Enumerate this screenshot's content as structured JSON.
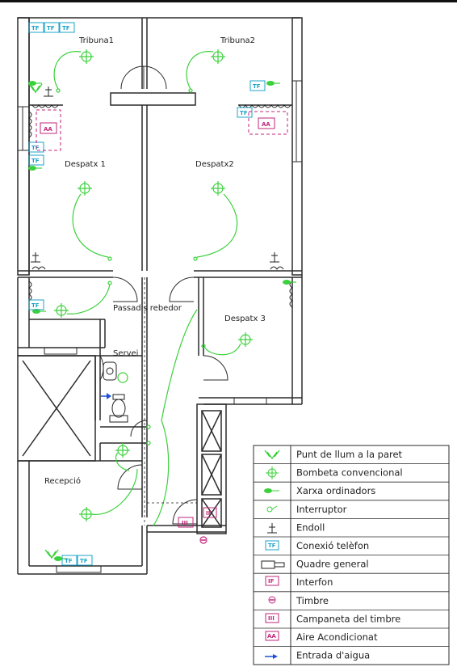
{
  "rooms": {
    "tribuna1": "Tribuna1",
    "tribuna2": "Tribuna2",
    "despatx1": "Despatx 1",
    "despatx2": "Despatx2",
    "despatx3": "Despatx 3",
    "passadis": "Passadis rebedor",
    "servei": "Servei",
    "recepcio": "Recepció"
  },
  "symbols": {
    "tf": "TF",
    "aa": "AA",
    "iii": "III",
    "intercom": "IF"
  },
  "legend": [
    {
      "icon": "wall-light-icon",
      "label": "Punt de llum a la paret"
    },
    {
      "icon": "bulb-icon",
      "label": "Bombeta convencional"
    },
    {
      "icon": "network-icon",
      "label": "Xarxa ordinadors"
    },
    {
      "icon": "switch-icon",
      "label": "Interruptor"
    },
    {
      "icon": "socket-icon",
      "label": "Endoll"
    },
    {
      "icon": "phone-icon",
      "label": "Conexió telèfon"
    },
    {
      "icon": "panel-icon",
      "label": "Quadre general"
    },
    {
      "icon": "intercom-icon",
      "label": "Interfon"
    },
    {
      "icon": "doorbell-icon",
      "label": "Timbre"
    },
    {
      "icon": "chime-icon",
      "label": "Campaneta del timbre"
    },
    {
      "icon": "ac-icon",
      "label": "Aire Acondicionat"
    },
    {
      "icon": "water-icon",
      "label": "Entrada d'aigua"
    }
  ],
  "colors": {
    "green": "#3bd13b",
    "cyan": "#1aa3c9",
    "magenta": "#c0267a",
    "blue": "#1f4fd8",
    "wall": "#2b2b2b"
  }
}
